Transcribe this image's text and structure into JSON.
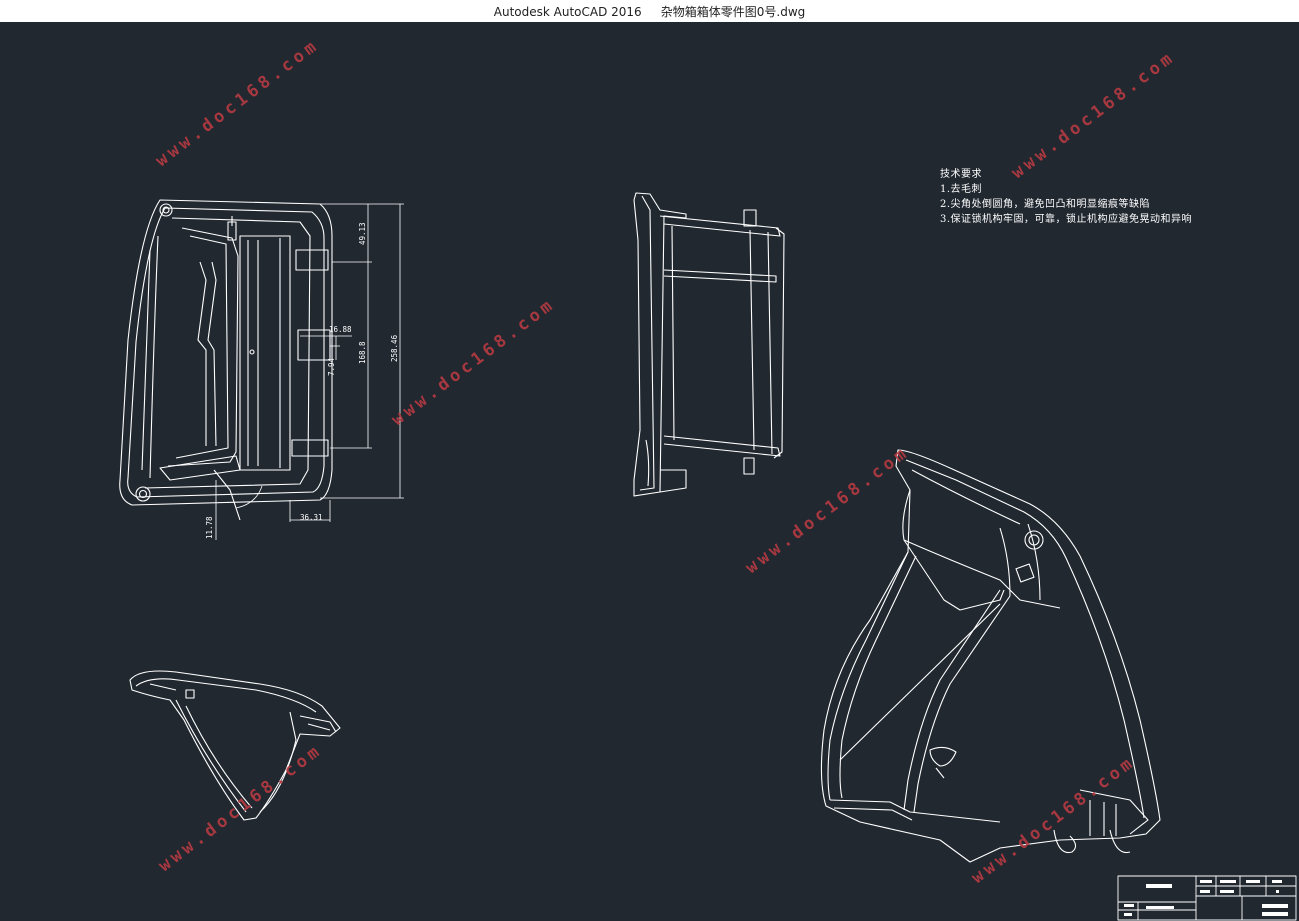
{
  "window": {
    "app_title": "Autodesk AutoCAD 2016",
    "file_name": "杂物箱箱体零件图0号.dwg"
  },
  "drawing": {
    "background_color": "#212830",
    "line_color": "#ffffff",
    "technical_requirements": {
      "heading": "技术要求",
      "items": [
        "1.去毛刺",
        "2.尖角处倒圆角，避免凹凸和明显缩痕等缺陷",
        "3.保证锁机构牢固，可靠，锁止机构应避免晃动和异响"
      ]
    },
    "dimensions": {
      "d1": "49.13",
      "d2": "16.88",
      "d3": "7.94",
      "d4": "168.8",
      "d5": "258.46",
      "d6": "36.31",
      "d7": "11.78"
    },
    "watermark": "www.doc168.com"
  }
}
